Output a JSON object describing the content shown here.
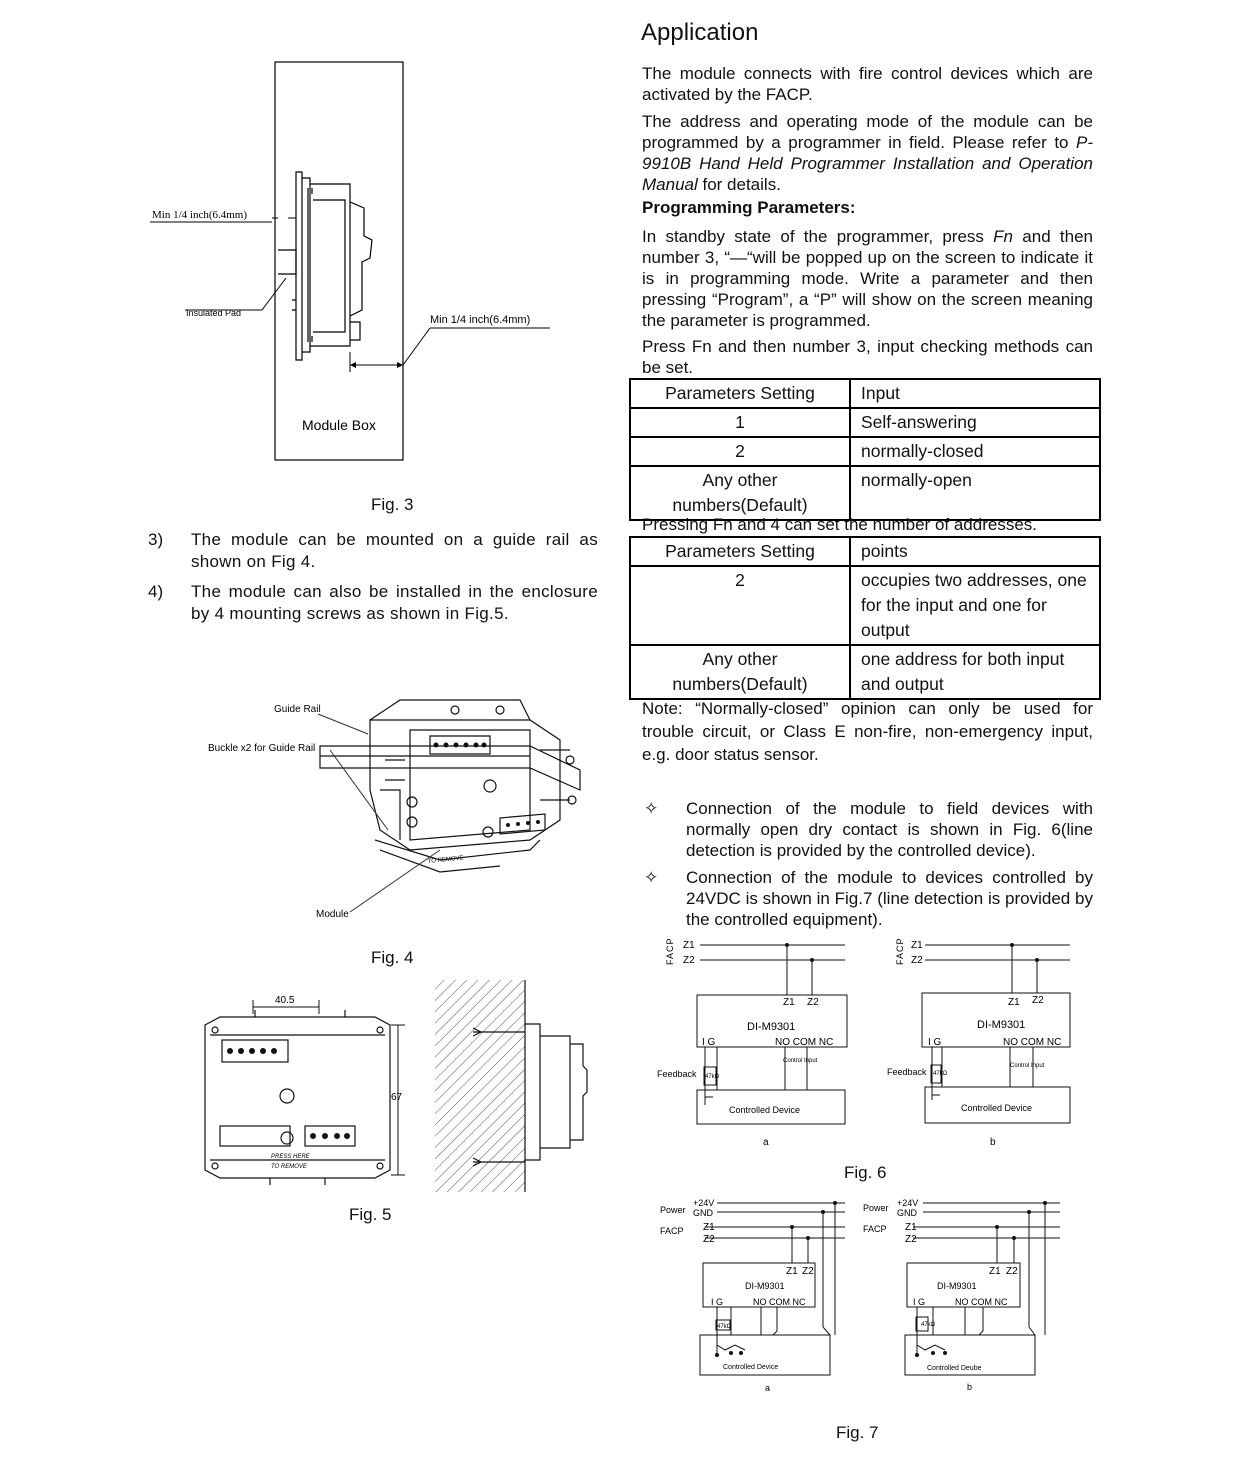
{
  "left": {
    "fig3": {
      "label_min_left": "Min 1/4 inch(6.4mm)",
      "label_pad": "Insulated Pad",
      "label_min_right": "Min 1/4 inch(6.4mm)",
      "label_box": "Module Box",
      "caption": "Fig. 3"
    },
    "steps": [
      {
        "num": "3)",
        "text": "The module can be mounted on a guide rail as shown on Fig 4."
      },
      {
        "num": "4)",
        "text": "The module can also be installed in the enclosure by 4 mounting screws as shown in Fig.5."
      }
    ],
    "fig4": {
      "label_rail": "Guide Rail",
      "label_buckle": "Buckle x2 for Guide Rail",
      "label_module": "Module",
      "label_push": "TO REMOVE",
      "caption": "Fig. 4"
    },
    "fig5": {
      "dim_width": "40.5",
      "dim_height": "67",
      "label_push": "PRESS HERE",
      "label_remove": "TO REMOVE",
      "caption": "Fig. 5"
    }
  },
  "right": {
    "title": "Application",
    "para1": "The module connects with fire control devices which are activated by the FACP.",
    "para2_a": "The address and operating mode of the module can be programmed by a programmer in field. Please refer to ",
    "para2_italic": "P-9910B Hand Held Programmer Installation and Operation Manual",
    "para2_b": " for details.",
    "prog_heading": "Programming Parameters:",
    "para3_a": "In standby state of the programmer, press ",
    "para3_fn": "Fn",
    "para3_b": " and then number 3, “—“will be popped up on the screen to indicate it is in programming mode. Write a parameter and then pressing “Program”, a “P” will show on the screen meaning the parameter is programmed.",
    "para4": "Press Fn and then number 3, input checking methods can be set.",
    "table1": {
      "headers": [
        "Parameters Setting",
        "Input"
      ],
      "rows": [
        [
          "1",
          "Self-answering"
        ],
        [
          "2",
          "normally-closed"
        ],
        [
          "Any other numbers(Default)",
          "normally-open"
        ]
      ]
    },
    "para5": "Pressing Fn and 4 can set the number of addresses.",
    "table2": {
      "headers": [
        "Parameters Setting",
        "points"
      ],
      "rows": [
        [
          "2",
          "occupies two addresses, one for the input and one for output"
        ],
        [
          "Any other numbers(Default)",
          " one address for both input and output"
        ]
      ]
    },
    "note": "Note: “Normally-closed” opinion can only be used for trouble circuit, or Class E non-fire, non-emergency input, e.g. door status sensor.",
    "bullets": [
      "Connection of the module to field devices with normally open dry contact is shown in Fig. 6(line detection is provided by the controlled device).",
      "Connection of the module to devices controlled by 24VDC is shown in Fig.7 (line detection is provided by the controlled equipment)."
    ],
    "bullet_glyph": "✧",
    "fig6": {
      "facp": "FACP",
      "z1": "Z1",
      "z2": "Z2",
      "model": "DI-M9301",
      "terms_left": "I  G",
      "terms_right": "NO COM NC",
      "feedback": "Feedback",
      "res": "47kΩ",
      "ctrl_input": "Control Input",
      "device": "Controlled Device",
      "sub_a": "a",
      "sub_b": "b",
      "caption": "Fig. 6"
    },
    "fig7": {
      "power": "Power",
      "v24": "+24V",
      "gnd": "GND",
      "facp": "FACP",
      "z1": "Z1",
      "z2": "Z2",
      "model": "DI-M9301",
      "terms_left": "I   G",
      "terms_right": "NO COM NC",
      "res": "47kΩ",
      "device_a": "Controlled Device",
      "device_b": "Controlled Deube",
      "sub_a": "a",
      "sub_b": "b",
      "caption": "Fig. 7"
    }
  }
}
